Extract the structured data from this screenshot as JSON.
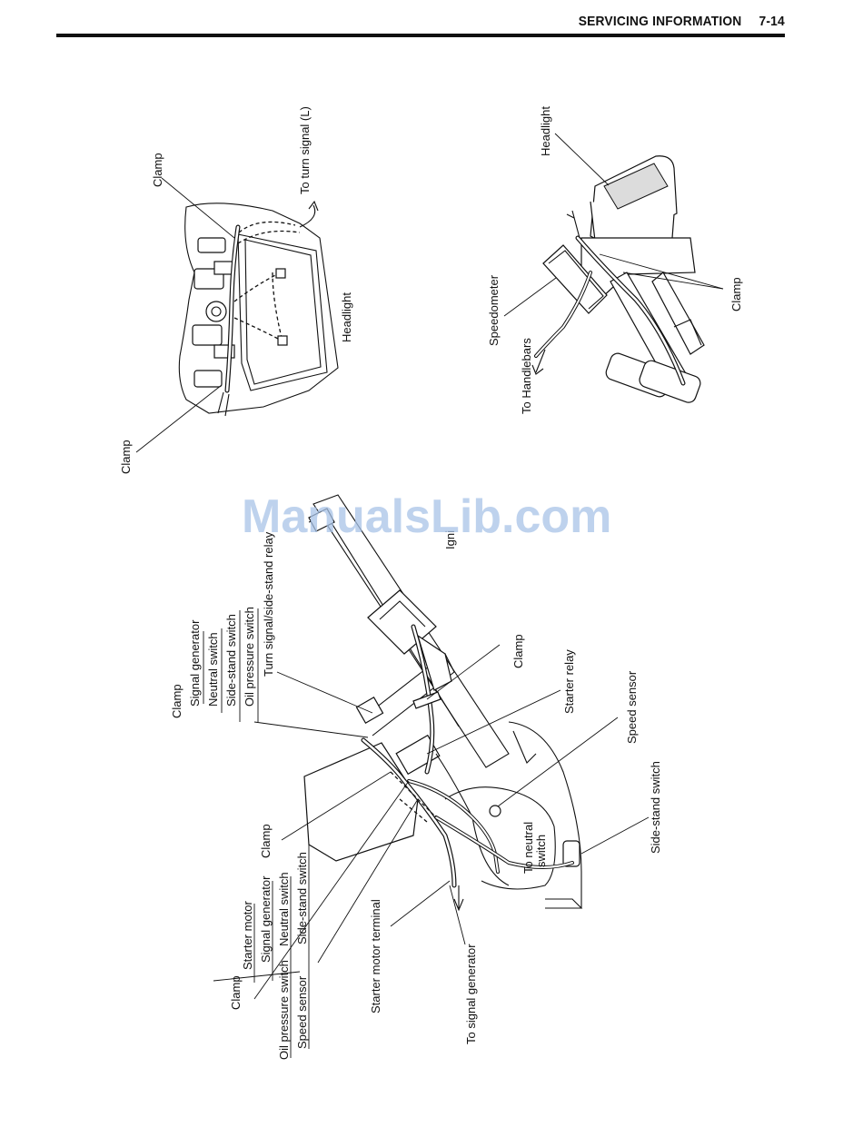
{
  "header": {
    "section_title": "SERVICING INFORMATION",
    "page_number": "7-14"
  },
  "watermark": "ManualsLib.com",
  "labels": {
    "headlight_front": {
      "clamp_top": "Clamp",
      "clamp_bottom": "Clamp",
      "to_turn_signal": "To turn signal (L)",
      "headlight": "Headlight"
    },
    "headlight_side": {
      "headlight": "Headlight",
      "speedometer": "Speedometer",
      "clamp": "Clamp",
      "to_handlebars": "To Handlebars"
    },
    "frame": {
      "clamp_group1": "Clamp",
      "group1": [
        "Signal generator",
        "Neutral switch",
        "Side-stand switch",
        "Oil pressure switch"
      ],
      "turn_signal_relay": "Turn signal/side-stand relay",
      "ignitor": "Igni",
      "clamp_mid": "Clamp",
      "starter_relay": "Starter relay",
      "speed_sensor": "Speed sensor",
      "side_stand_switch": "Side-stand switch",
      "to_neutral_switch_1": "To neutral",
      "to_neutral_switch_2": "switch",
      "clamp_lower": "Clamp",
      "group2_header": "Starter motor",
      "group2": [
        "Signal generator",
        "Neutral switch",
        "Side-stand switch"
      ],
      "clamp_group3": "Clamp",
      "group3": [
        "Oil pressure switch",
        "Speed sensor"
      ],
      "starter_motor_terminal": "Starter motor terminal",
      "to_signal_generator": "To signal generator"
    }
  }
}
